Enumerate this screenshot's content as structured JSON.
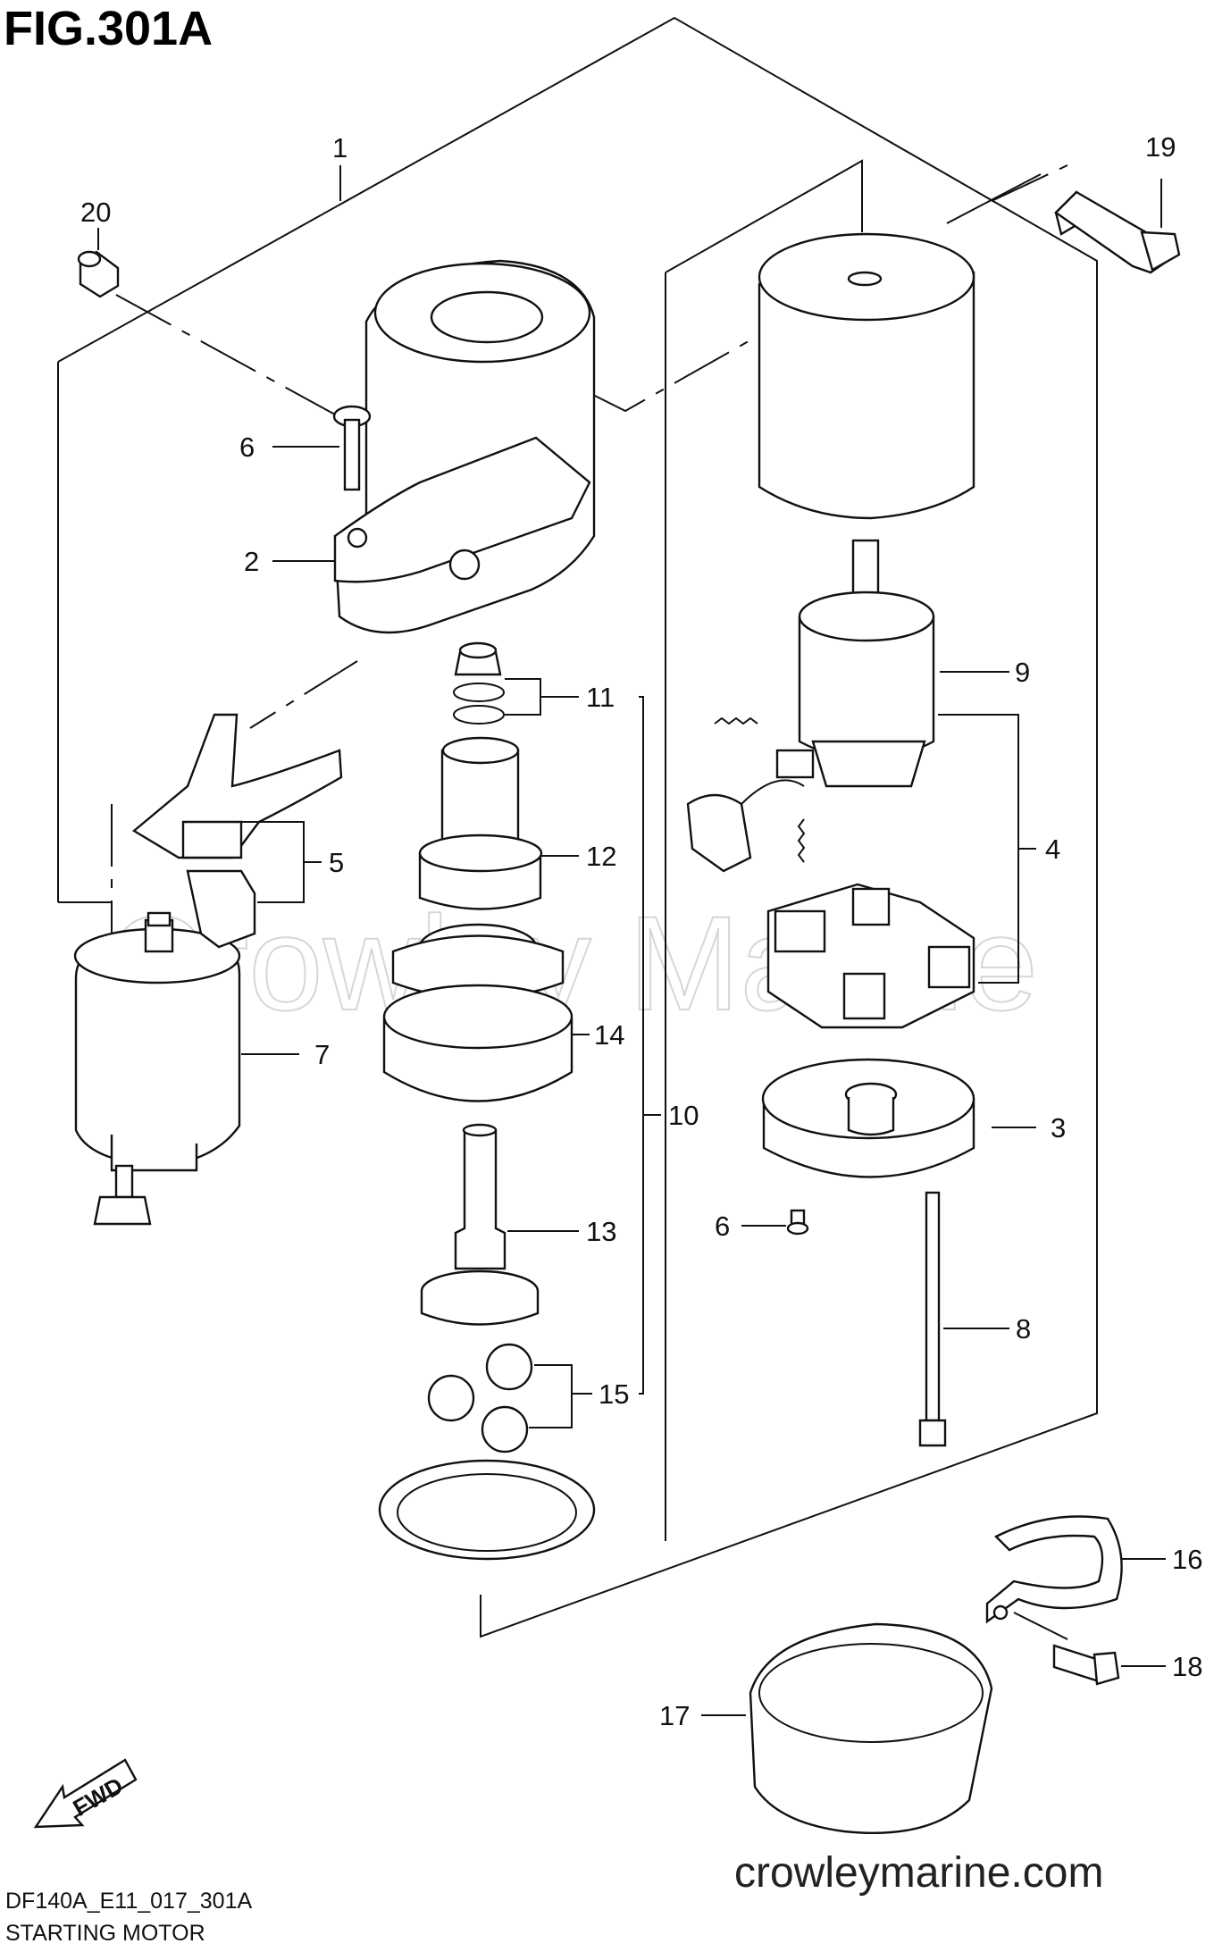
{
  "figure": {
    "title": "FIG.301A",
    "model_code": "DF140A_E11_017_301A",
    "caption": "STARTING MOTOR",
    "website": "crowleymarine.com",
    "watermark": "Crowley Marine",
    "fwd_label": "FWD"
  },
  "callouts": {
    "c1": "1",
    "c2": "2",
    "c3": "3",
    "c4": "4",
    "c5": "5",
    "c6a": "6",
    "c6b": "6",
    "c7": "7",
    "c8": "8",
    "c9": "9",
    "c10": "10",
    "c11": "11",
    "c12": "12",
    "c13": "13",
    "c14": "14",
    "c15": "15",
    "c16": "16",
    "c17": "17",
    "c18": "18",
    "c19": "19",
    "c20": "20"
  }
}
